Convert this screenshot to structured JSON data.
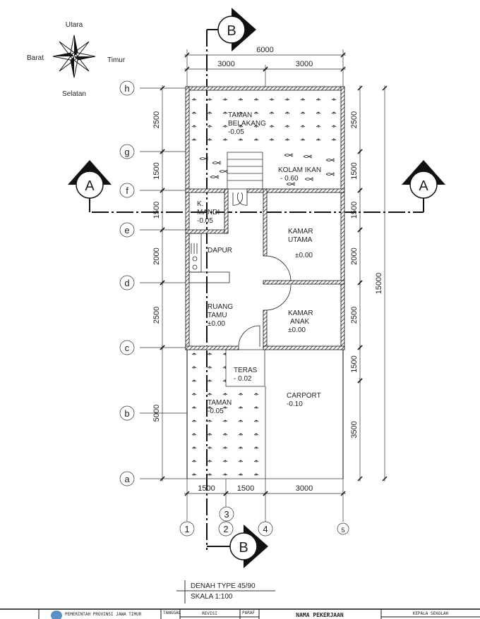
{
  "compass": {
    "north": "Utara",
    "south": "Selatan",
    "west": "Barat",
    "east": "Timur"
  },
  "section_markers": {
    "a": "A",
    "b": "B"
  },
  "grid_rows": [
    "h",
    "g",
    "f",
    "e",
    "d",
    "c",
    "b",
    "a"
  ],
  "grid_cols": [
    "1",
    "2",
    "3",
    "4",
    "5"
  ],
  "dims": {
    "top_total": "6000",
    "top": [
      "3000",
      "3000"
    ],
    "bottom": [
      "1500",
      "1500",
      "3000"
    ],
    "left": [
      "2500",
      "1500",
      "1500",
      "2000",
      "2500",
      "5000"
    ],
    "right": [
      "2500",
      "1500",
      "1500",
      "2000",
      "2500",
      "1500",
      "3500"
    ],
    "right_total": "15000"
  },
  "rooms": {
    "taman_belakang": [
      "TAMAN",
      "BELAKANG",
      "-0.05"
    ],
    "kolam_ikan": [
      "KOLAM IKAN",
      "- 0.60"
    ],
    "k_mandi": [
      "K.",
      "MANDI",
      "-0.05"
    ],
    "kamar_utama": [
      "KAMAR",
      "UTAMA",
      "±0.00"
    ],
    "dapur": [
      "DAPUR"
    ],
    "ruang_tamu": [
      "RUANG",
      "TAMU",
      "±0.00"
    ],
    "kamar_anak": [
      "KAMAR",
      "ANAK",
      "±0.00"
    ],
    "teras": [
      "TERAS",
      "- 0.02"
    ],
    "taman": [
      "TAMAN",
      "-0.05"
    ],
    "carport": [
      "CARPORT",
      "-0.10"
    ]
  },
  "caption": {
    "title": "DENAH TYPE 45/90",
    "scale": "SKALA 1:100"
  },
  "title_block": {
    "agency": "PEMERINTAH PROVINSI JAWA TIMUR",
    "date_label": "TANGGAL",
    "revision": "REVISI",
    "initials_label": "PARAF",
    "project": "NAMA PEKERJAAN",
    "principal": "KEPALA SEKOLAH"
  }
}
